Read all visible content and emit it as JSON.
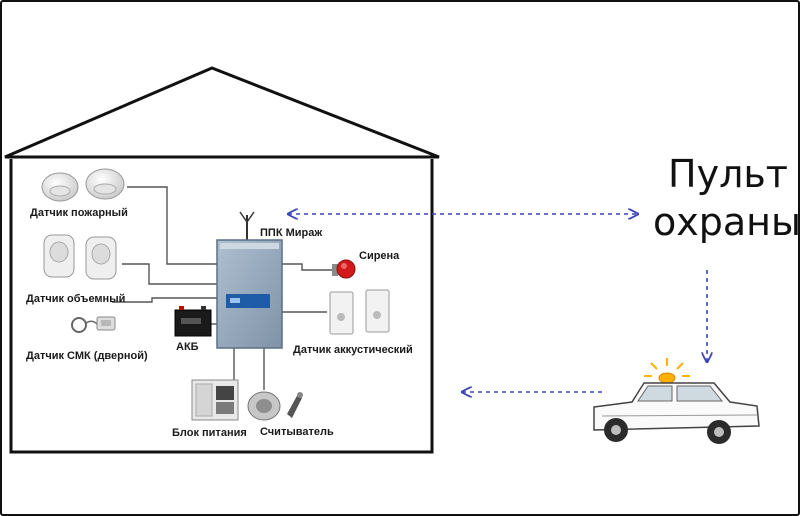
{
  "labels": {
    "fire_sensor": "Датчик пожарный",
    "volume_sensor": "Датчик объемный",
    "door_sensor": "Датчик СМК (дверной)",
    "battery": "АКБ",
    "panel": "ППК Мираж",
    "siren": "Сирена",
    "acoustic_sensor": "Датчик аккустический",
    "power_unit": "Блок питания",
    "reader": "Считыватель",
    "remote_line1": "Пульт",
    "remote_line2": "охраны"
  },
  "colors": {
    "arrow": "#3a45b8",
    "outline": "#111111",
    "wire": "#555555",
    "siren": "#d21a1a",
    "beacon": "#ffb000"
  }
}
